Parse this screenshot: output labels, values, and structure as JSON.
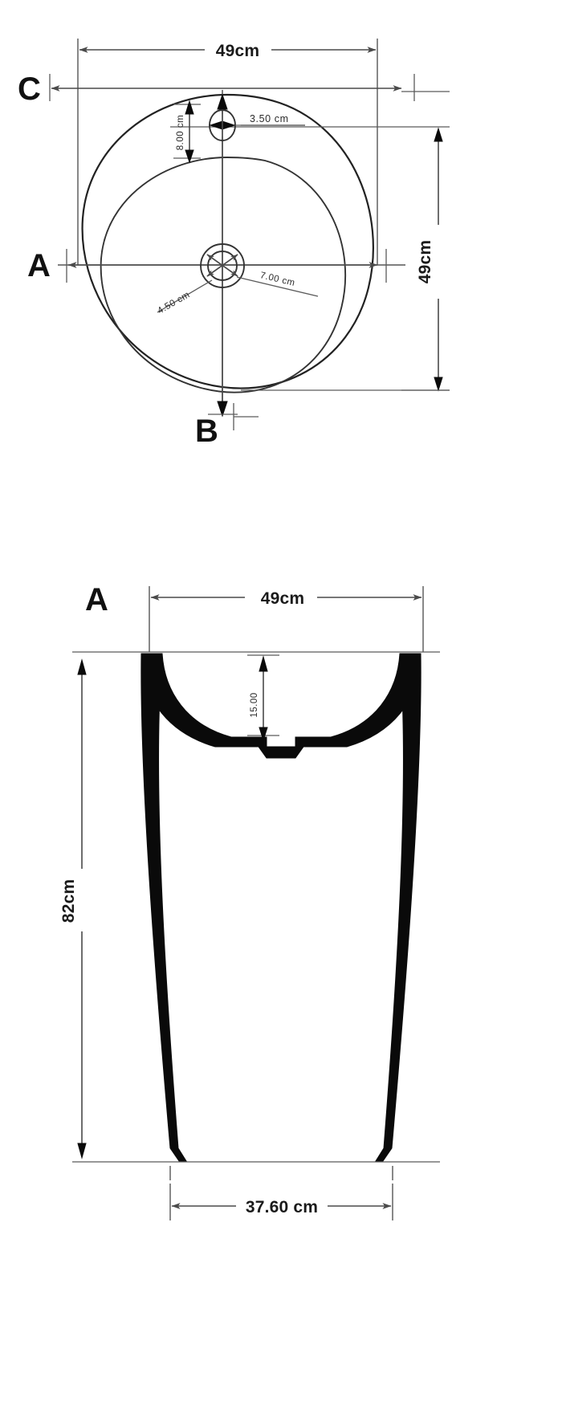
{
  "document": {
    "type": "technical-drawing",
    "subject": "pedestal-washbasin",
    "units": "cm"
  },
  "top_view": {
    "name": "top-view",
    "section_labels": {
      "left": "A",
      "bottom": "B",
      "top_left": "C"
    },
    "dimensions": {
      "width": "49cm",
      "height": "49cm",
      "faucet_hole_diameter": "3.50 cm",
      "faucet_hole_offset": "8.00 cm",
      "drain_outer": "7.00 cm",
      "drain_inner": "4.50 cm"
    }
  },
  "front_view": {
    "name": "front-view-section-a",
    "section_label": "A",
    "dimensions": {
      "rim_width": "49cm",
      "total_height": "82cm",
      "bowl_depth": "15.00",
      "base_width": "37.60 cm"
    }
  },
  "colors": {
    "line": "#4a4a4a",
    "object": "#222222",
    "solid": "#0a0a0a",
    "text": "#1a1a1a",
    "background": "#ffffff"
  }
}
